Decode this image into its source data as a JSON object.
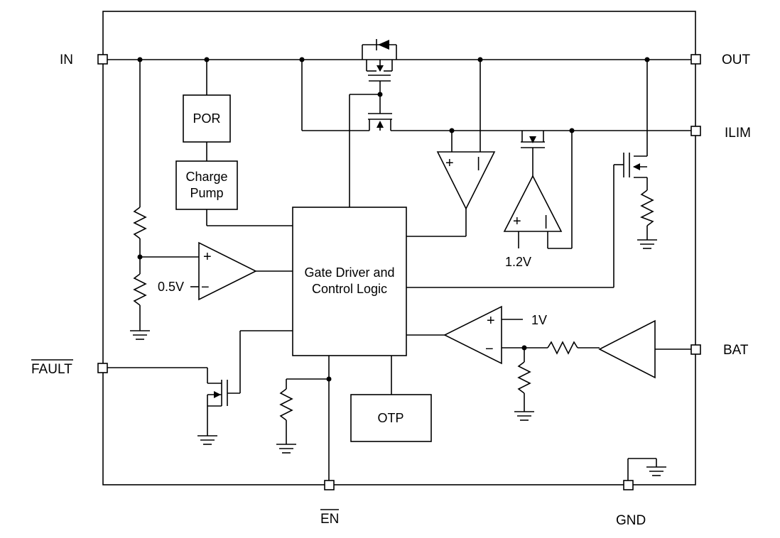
{
  "pins": {
    "in": "IN",
    "out": "OUT",
    "ilim": "ILIM",
    "fault": "FAULT",
    "bat": "BAT",
    "en": "EN",
    "gnd": "GND"
  },
  "blocks": {
    "por": "POR",
    "charge_pump_line1": "Charge",
    "charge_pump_line2": "Pump",
    "gate_driver_line1": "Gate Driver and",
    "gate_driver_line2": "Control Logic",
    "otp": "OTP"
  },
  "references": {
    "uvlo_ref": "0.5V",
    "ilim_ref": "1.2V",
    "bat_ref": "1V"
  },
  "signs": {
    "plus": "+",
    "minus": "−"
  },
  "colors": {
    "line": "#000000",
    "background": "#ffffff"
  }
}
